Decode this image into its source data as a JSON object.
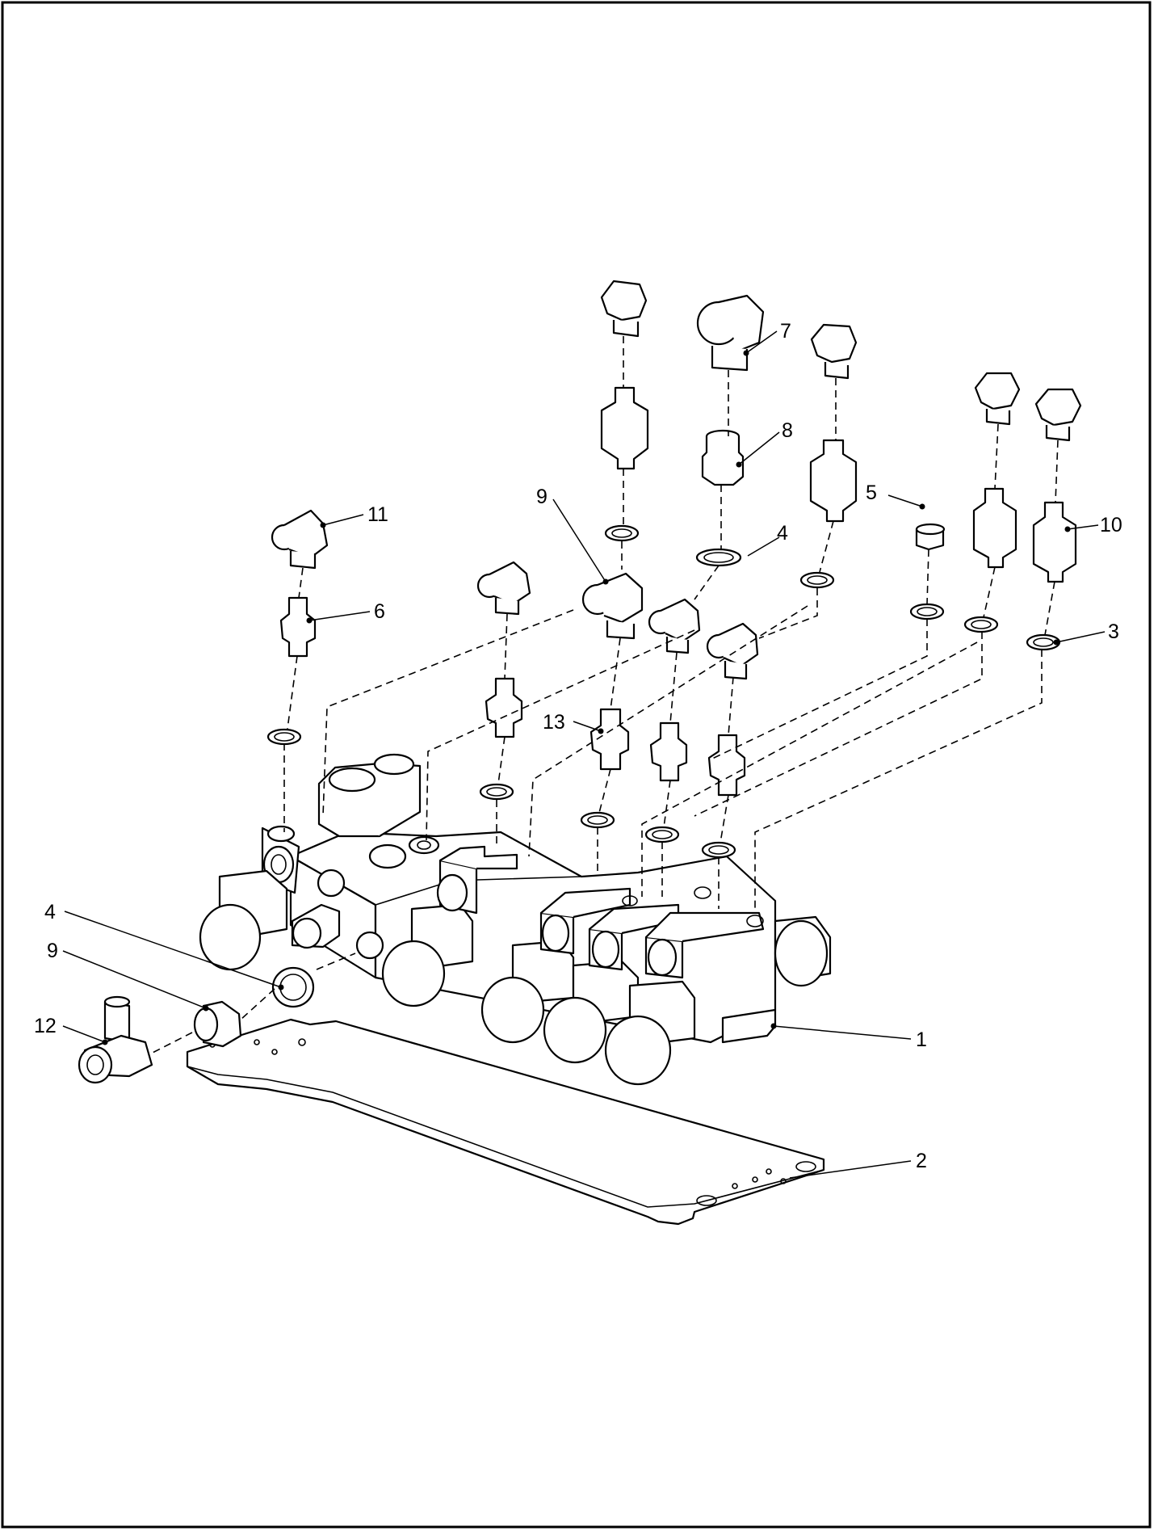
{
  "diagram": {
    "callouts": [
      {
        "label": "1"
      },
      {
        "label": "2"
      },
      {
        "label": "3"
      },
      {
        "label": "4"
      },
      {
        "label": "4"
      },
      {
        "label": "5"
      },
      {
        "label": "6"
      },
      {
        "label": "7"
      },
      {
        "label": "8"
      },
      {
        "label": "9"
      },
      {
        "label": "9"
      },
      {
        "label": "10"
      },
      {
        "label": "11"
      },
      {
        "label": "12"
      },
      {
        "label": "13"
      }
    ]
  }
}
